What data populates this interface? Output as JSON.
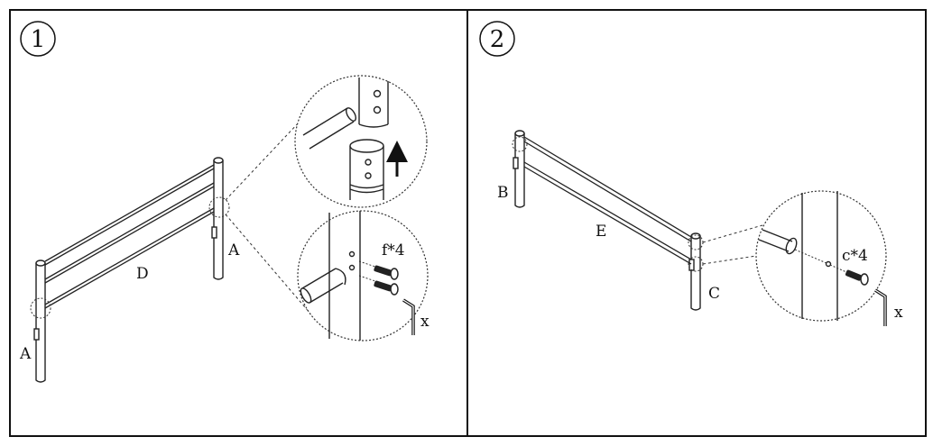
{
  "panels": [
    {
      "step_number": "1",
      "labels": {
        "a_left": "A",
        "a_right": "A",
        "d": "D",
        "fastener": "f*4",
        "tool": "x"
      }
    },
    {
      "step_number": "2",
      "labels": {
        "b": "B",
        "c": "C",
        "e": "E",
        "fastener": "c*4",
        "tool": "x"
      }
    }
  ],
  "icons": {
    "arrow": "arrow-up-icon",
    "bolt": "bolt-icon",
    "hex_key": "hex-key-icon"
  }
}
